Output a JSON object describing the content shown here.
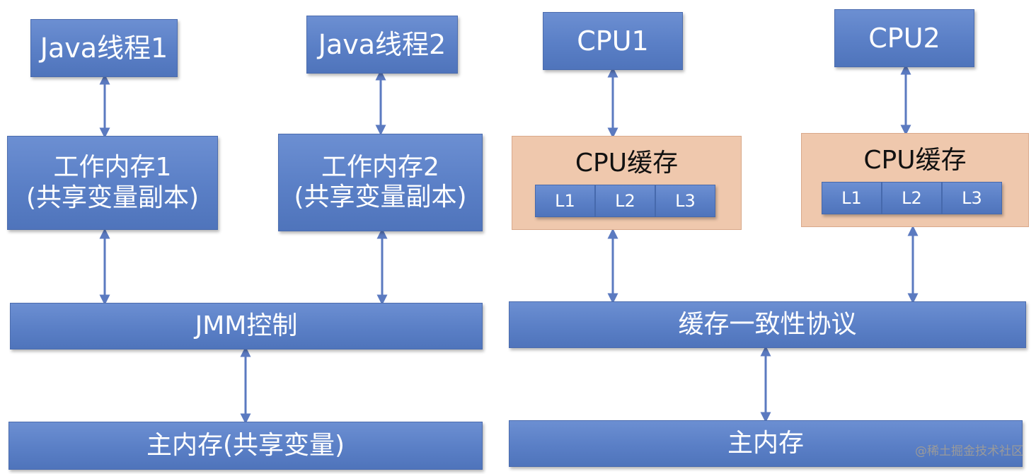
{
  "left_diagram": {
    "thread1": "Java线程1",
    "thread2": "Java线程2",
    "work_mem1_line1": "工作内存1",
    "work_mem1_line2": "(共享变量副本)",
    "work_mem2_line1": "工作内存2",
    "work_mem2_line2": "(共享变量副本)",
    "jmm": "JMM控制",
    "main_mem": "主内存(共享变量)"
  },
  "right_diagram": {
    "cpu1": "CPU1",
    "cpu2": "CPU2",
    "cache1_title": "CPU缓存",
    "cache2_title": "CPU缓存",
    "cache_levels": [
      "L1",
      "L2",
      "L3"
    ],
    "coherence": "缓存一致性协议",
    "main_mem": "主内存"
  },
  "watermark": "@稀土掘金技术社区",
  "colors": {
    "box_blue": "#5a7fc6",
    "cache_orange": "#efc8ad",
    "arrow": "#5b7ac0"
  }
}
